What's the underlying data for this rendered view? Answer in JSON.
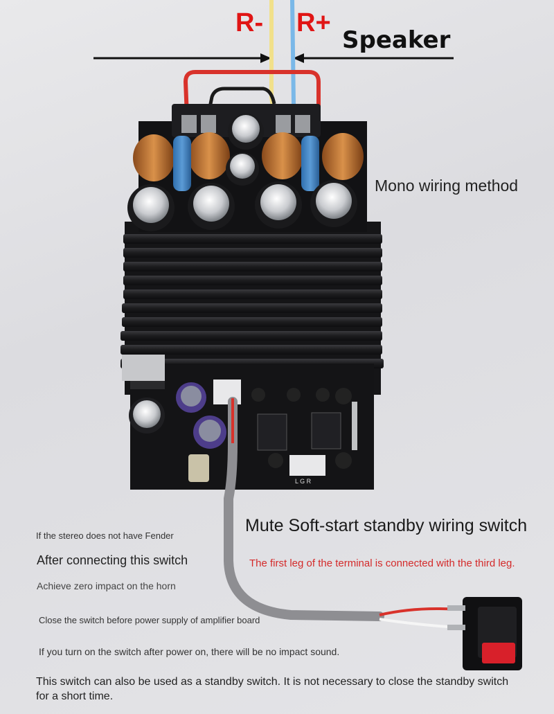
{
  "labels": {
    "r_minus": "R-",
    "r_plus": "R+",
    "speaker": "Speaker",
    "mono_wiring": "Mono wiring method",
    "mute_title": "Mute Soft-start standby wiring switch",
    "terminal_note": "The first leg of the terminal is connected with the third leg."
  },
  "notes": {
    "no_fender": "If the stereo does not have Fender",
    "after_connecting": "After connecting this switch",
    "zero_impact": "Achieve zero impact on the horn",
    "close_before_power": "Close the switch before power supply of amplifier board",
    "turn_on_after": "If you turn on the switch after power on, there will be no impact sound.",
    "standby_use": "This switch can also be used as a standby switch. It is not necessary to close the standby switch for a short time."
  },
  "board_markings": {
    "connector_pins": "L G R"
  },
  "colors": {
    "label_red": "#e01515",
    "note_red": "#d42a2a",
    "heatsink": "#1c1c1e",
    "pcb": "#141416",
    "wire_yellow": "#f1e08a",
    "wire_blue": "#7ab8e8",
    "wire_red": "#d8322b",
    "cable_gray": "#8e8e92",
    "switch_rocker": "#d8202a"
  }
}
